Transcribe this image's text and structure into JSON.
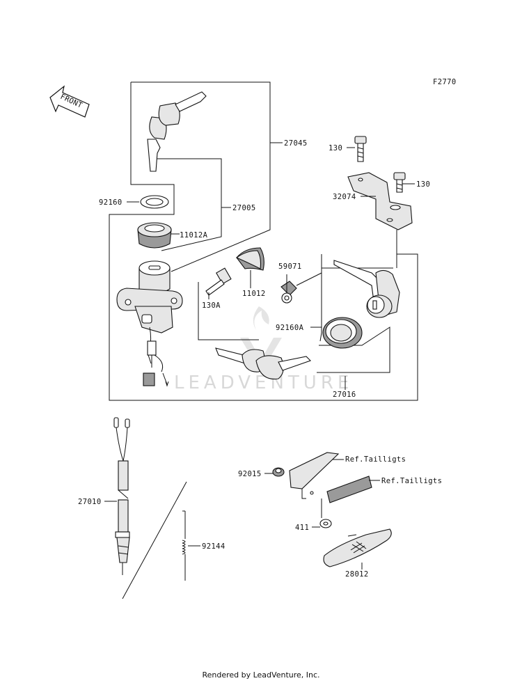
{
  "diagram_code": "F2770",
  "front_arrow": "FRONT",
  "watermark": "LEADVENTURE",
  "footer": "Rendered by LeadVenture, Inc.",
  "callouts": {
    "p27045": "27045",
    "p27005": "27005",
    "p92160": "92160",
    "p11012A": "11012A",
    "p130A": "130A",
    "p11012": "11012",
    "p59071": "59071",
    "p92160A": "92160A",
    "p27016": "27016",
    "p130_top": "130",
    "p130_right": "130",
    "p32074": "32074",
    "p27010": "27010",
    "p92144": "92144",
    "p92015": "92015",
    "ref_tail_1": "Ref.Tailligts",
    "ref_tail_2": "Ref.Tailligts",
    "p411": "411",
    "p28012": "28012"
  }
}
